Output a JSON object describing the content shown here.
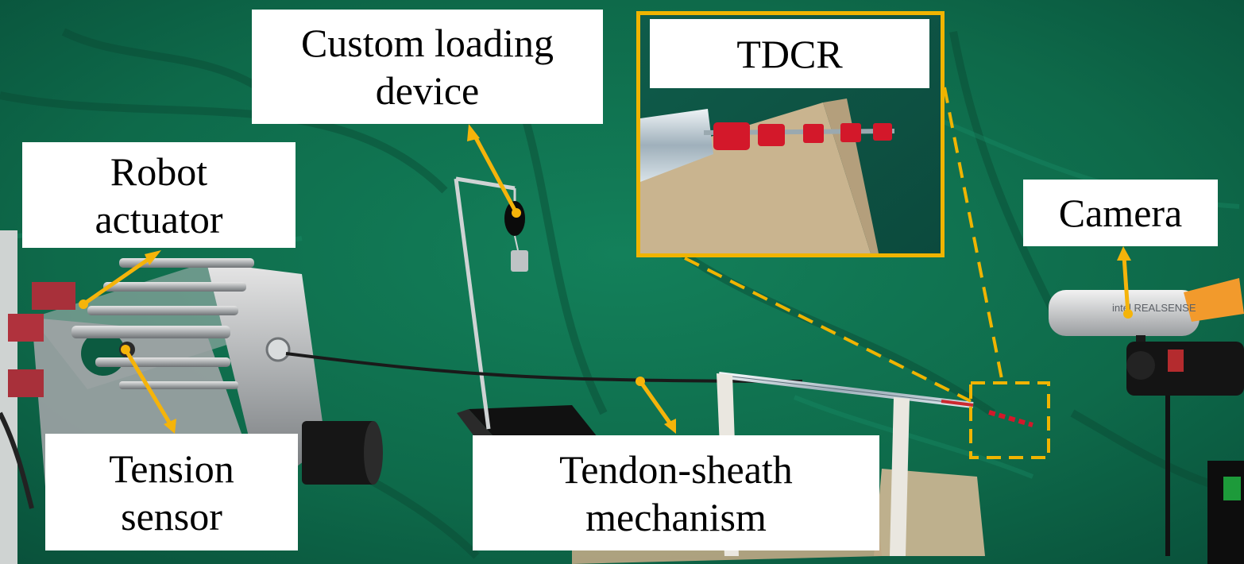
{
  "labels": {
    "custom_loading_device": [
      "Custom loading",
      "device"
    ],
    "robot_actuator": [
      "Robot",
      "actuator"
    ],
    "tension_sensor": [
      "Tension",
      "sensor"
    ],
    "tendon_sheath_mechanism": [
      "Tendon-sheath",
      "mechanism"
    ],
    "tdcr": "TDCR",
    "camera": "Camera"
  },
  "camera_brand_text": "intel REALSENSE",
  "colors": {
    "backdrop_green": "#0f6a4a",
    "backdrop_dark": "#0a4c35",
    "arrow": "#f5b40a",
    "highlight_border": "#f0b400",
    "segment_red": "#d3182a",
    "label_bg": "#ffffff",
    "card_beige": "#c9b48f"
  }
}
